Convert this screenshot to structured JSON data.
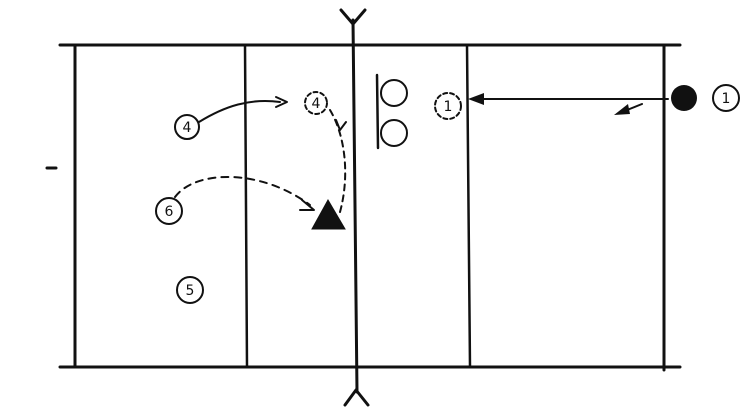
{
  "colors": {
    "ink": "#111111",
    "paper": "#ffffff"
  },
  "players": {
    "team_a": [
      {
        "id": "player-4-start",
        "label": "4"
      },
      {
        "id": "player-4-end",
        "label": "4"
      },
      {
        "id": "player-6",
        "label": "6"
      },
      {
        "id": "player-5",
        "label": "5"
      }
    ],
    "team_b": [
      {
        "id": "player-1-ghost",
        "label": "1"
      },
      {
        "id": "player-1-server",
        "label": "1"
      }
    ]
  },
  "icons": {
    "server": "filled-circle",
    "target": "filled-triangle",
    "blockers": "open-circle-pair",
    "net_posts": "fork-marks"
  }
}
